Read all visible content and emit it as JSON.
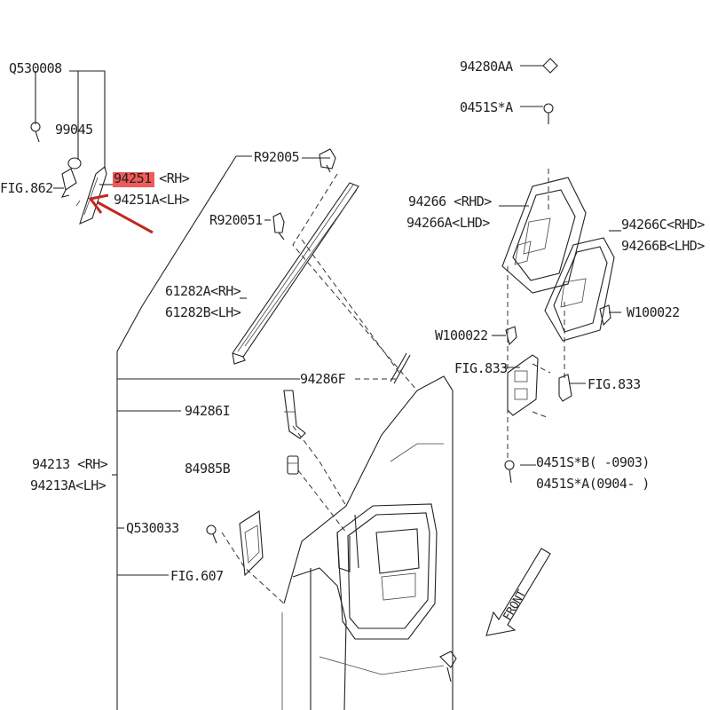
{
  "colors": {
    "ink": "#222222",
    "highlight": "#f05a5a",
    "arrow": "#c0281e"
  },
  "labels": {
    "q530008": "Q530008",
    "p99045": "99045",
    "fig862": "FIG.862",
    "p94251_rh": "94251 <RH>",
    "p94251a_lh": "94251A<LH>",
    "r92005": "R92005",
    "r920051": "R920051",
    "p61282a_rh": "61282A<RH>",
    "p61282b_lh": "61282B<LH>",
    "p94286f": "94286F",
    "p94286i": "94286I",
    "p94213_rh": "94213 <RH>",
    "p94213a_lh": "94213A<LH>",
    "p84985b": "84985B",
    "q530033": "Q530033",
    "fig607": "FIG.607",
    "p94280aa": "94280AA",
    "p0451s_a_top": "0451S*A",
    "p94266_rhd": "94266 <RHD>",
    "p94266a_lhd": "94266A<LHD>",
    "p94266c_rhd": "94266C<RHD>",
    "p94266b_lhd": "94266B<LHD>",
    "w100022_left": "W100022",
    "w100022_right": "W100022",
    "fig833_left": "FIG.833",
    "fig833_right": "FIG.833",
    "p0451s_b": "0451S*B( -0903)",
    "p0451s_a_bottom": "0451S*A(0904- )",
    "front": "FRONT"
  }
}
